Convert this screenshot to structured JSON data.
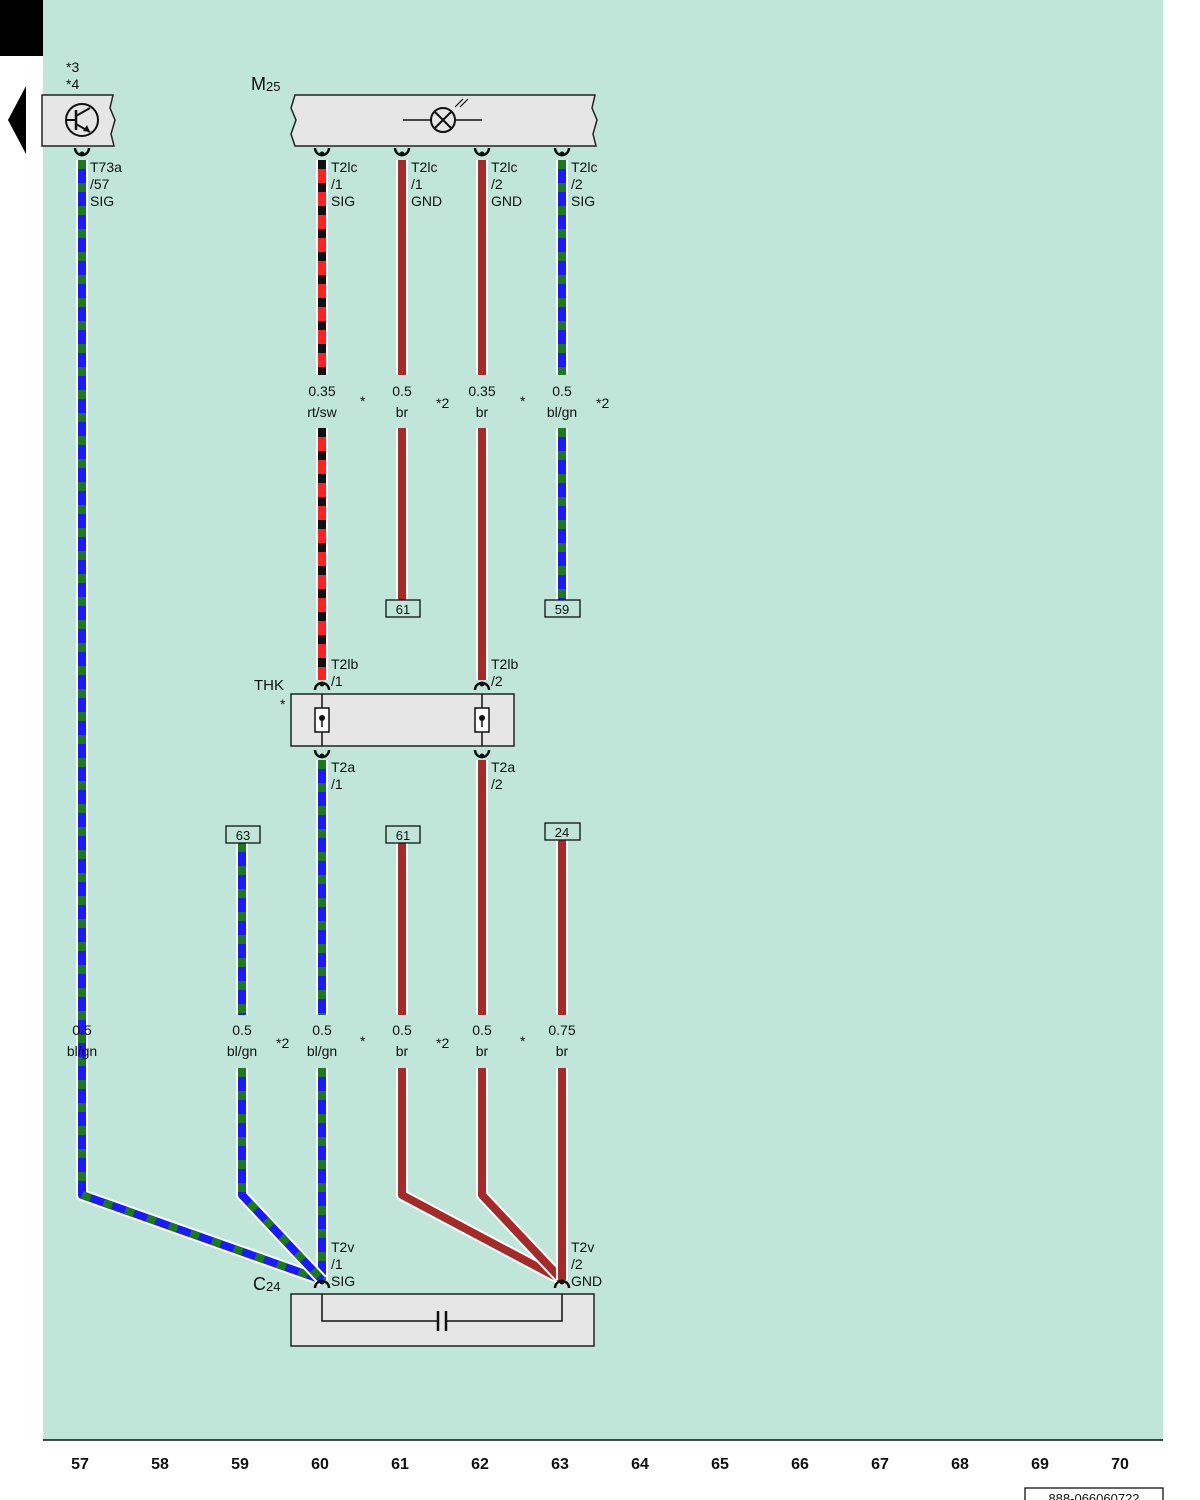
{
  "nav": {
    "back_label": ""
  },
  "components": {
    "m25": {
      "label": "M25",
      "label_main": "M",
      "label_sub": "25",
      "icon": "lamp-icon"
    },
    "left_unit": {
      "notes": [
        "*3",
        "*4"
      ],
      "icon": "transistor-icon"
    },
    "thk": {
      "label": "THK",
      "note": "*"
    },
    "c24": {
      "label": "C24",
      "label_main": "C",
      "label_sub": "24",
      "icon": "capacitor-icon"
    }
  },
  "connectors": [
    {
      "id": "t73a",
      "lines": [
        "T73a",
        "/57",
        "SIG"
      ]
    },
    {
      "id": "t2lc-1-sig",
      "lines": [
        "T2lc",
        "/1",
        "SIG"
      ]
    },
    {
      "id": "t2lc-1-gnd",
      "lines": [
        "T2lc",
        "/1",
        "GND"
      ]
    },
    {
      "id": "t2lc-2-gnd",
      "lines": [
        "T2lc",
        "/2",
        "GND"
      ]
    },
    {
      "id": "t2lc-2-sig",
      "lines": [
        "T2lc",
        "/2",
        "SIG"
      ]
    },
    {
      "id": "t2lb-1",
      "lines": [
        "T2lb",
        "/1"
      ]
    },
    {
      "id": "t2lb-2",
      "lines": [
        "T2lb",
        "/2"
      ]
    },
    {
      "id": "t2a-1",
      "lines": [
        "T2a",
        "/1"
      ]
    },
    {
      "id": "t2a-2",
      "lines": [
        "T2a",
        "/2"
      ]
    },
    {
      "id": "t2v-1",
      "lines": [
        "T2v",
        "/1",
        "SIG"
      ]
    },
    {
      "id": "t2v-2",
      "lines": [
        "T2v",
        "/2",
        "GND"
      ]
    }
  ],
  "wire_labels_upper": [
    {
      "size": "0.35",
      "color_code": "rt/sw",
      "note": "*"
    },
    {
      "size": "0.5",
      "color_code": "br",
      "note": "*2"
    },
    {
      "size": "0.35",
      "color_code": "br",
      "note": "*"
    },
    {
      "size": "0.5",
      "color_code": "bl/gn",
      "note": "*2"
    }
  ],
  "wire_labels_lower": [
    {
      "size": "0.5",
      "color_code": "bl/gn",
      "note": ""
    },
    {
      "size": "0.5",
      "color_code": "bl/gn",
      "note": "*2"
    },
    {
      "size": "0.5",
      "color_code": "bl/gn",
      "note": "*"
    },
    {
      "size": "0.5",
      "color_code": "br",
      "note": "*2"
    },
    {
      "size": "0.5",
      "color_code": "br",
      "note": "*"
    },
    {
      "size": "0.75",
      "color_code": "br",
      "note": ""
    }
  ],
  "refs_upper": [
    "61",
    "59"
  ],
  "refs_lower": [
    "63",
    "61",
    "24"
  ],
  "column_numbers": [
    "57",
    "58",
    "59",
    "60",
    "61",
    "62",
    "63",
    "64",
    "65",
    "66",
    "67",
    "68",
    "69",
    "70"
  ],
  "document_id": "888-066060722",
  "colors": {
    "background": "#bfe6d9",
    "component_fill": "#e6e6e6",
    "blue": "#1a1aff",
    "green": "#1b7a1b",
    "red": "#ff2222",
    "black": "#111111",
    "brown": "#a52a2a"
  }
}
